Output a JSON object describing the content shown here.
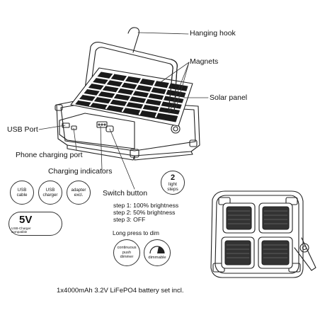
{
  "labels": {
    "hanging_hook": "Hanging hook",
    "magnets": "Magnets",
    "solar_panel": "Solar panel",
    "usb_port": "USB Port",
    "phone_charging_port": "Phone charging port",
    "charging_indicators": "Charging indicators",
    "switch_button": "Switch button"
  },
  "steps": [
    "step 1: 100% brightness",
    "step 2: 50% brightness",
    "step 3: OFF"
  ],
  "light_steps": {
    "number": "2",
    "line1": "light",
    "line2": "steps"
  },
  "badges": {
    "usb_cable": {
      "l1": "USB",
      "l2": "cable"
    },
    "usb_charger": {
      "l1": "USB",
      "l2": "charger"
    },
    "adapter": {
      "l1": "adapter",
      "l2": "excl."
    }
  },
  "five_v": {
    "big": "5V",
    "small1": "USB-Charger",
    "small2": "compatible"
  },
  "long_press": "Long press to dim",
  "dimmer_badge": {
    "l1": "continuous",
    "l2": "push",
    "l3": "dimmer"
  },
  "dimmable_badge": {
    "l1": "dimmable"
  },
  "footer": "1x4000mAh 3.2V LiFePO4 battery set incl."
}
